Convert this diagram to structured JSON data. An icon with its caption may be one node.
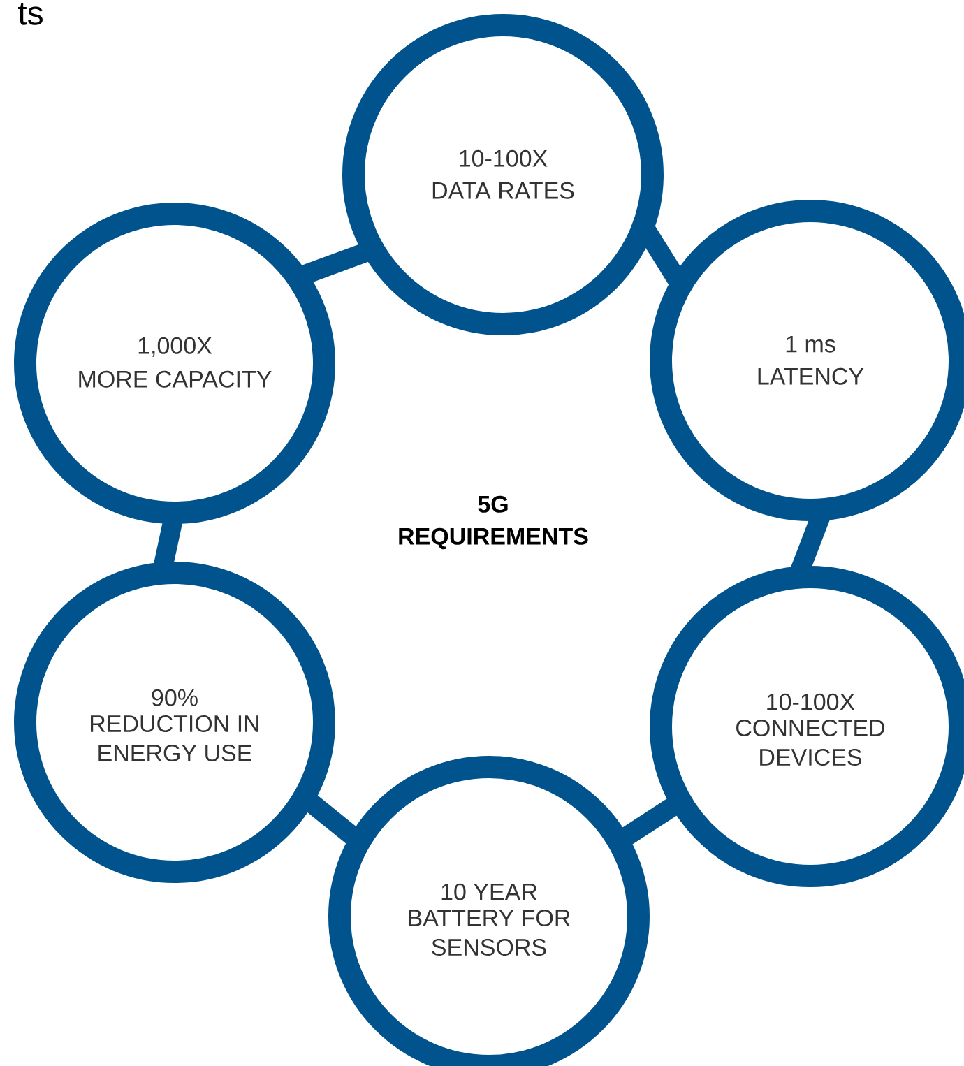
{
  "diagram": {
    "nodes": [
      {
        "text": [
          "10-100X",
          "DATA RATES"
        ]
      },
      {
        "text": [
          "1 ms",
          "LATENCY"
        ]
      },
      {
        "text": [
          "10-100X",
          "CONNECTED DEVICES"
        ]
      },
      {
        "text": [
          "10 YEAR",
          "BATTERY FOR SENSORS"
        ]
      },
      {
        "text": [
          "90%",
          "REDUCTION IN ENERGY USE"
        ]
      },
      {
        "text": [
          "1,000X",
          "MORE CAPACITY"
        ]
      }
    ],
    "edges": [
      {
        "from": 5,
        "to": 0,
        "arrow": "none"
      },
      {
        "from": 0,
        "to": 1,
        "arrow": "none"
      },
      {
        "from": 1,
        "to": 2,
        "arrow": "none"
      },
      {
        "from": 2,
        "to": 3,
        "arrow": "none"
      },
      {
        "from": 3,
        "to": 4,
        "arrow": "none"
      },
      {
        "from": 4,
        "to": 5,
        "arrow": "none"
      }
    ],
    "labels": [
      "ts",
      "5G REQUIREMENTS"
    ]
  }
}
